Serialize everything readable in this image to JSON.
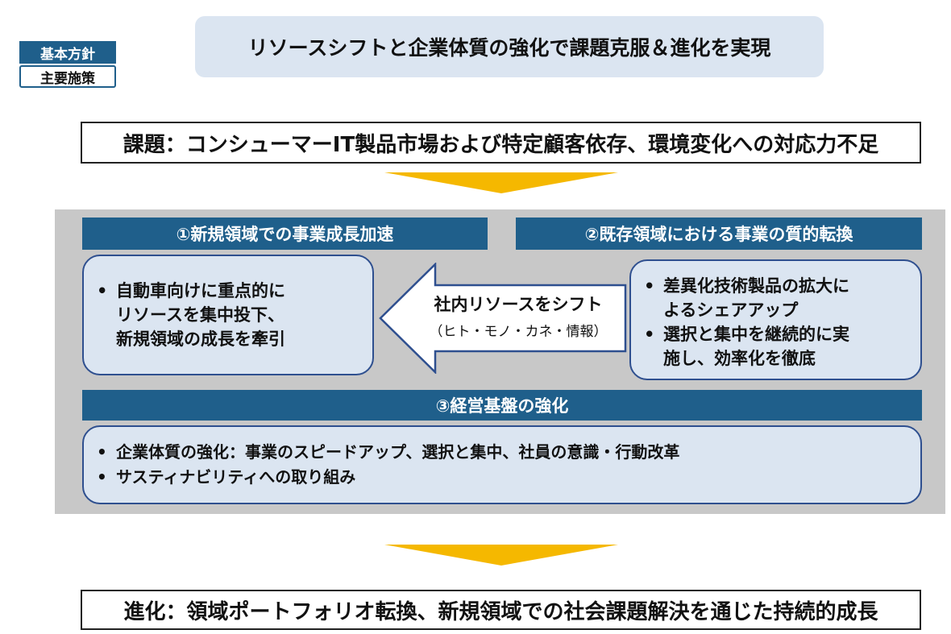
{
  "tags": {
    "basic_policy": "基本方針",
    "main_measures": "主要施策"
  },
  "header": {
    "title": "リソースシフトと企業体質の強化で課題克服＆進化を実現"
  },
  "issue": {
    "text": "課題：コンシューマーIT製品市場および特定顧客依存、環境変化への対応力不足"
  },
  "sections": {
    "new_domain": {
      "title": "①新規領域での事業成長加速",
      "lines": [
        "自動車向けに重点的に",
        "リソースを集中投下、",
        "新規領域の成長を牽引"
      ]
    },
    "existing_domain": {
      "title": "②既存領域における事業の質的転換",
      "bullets": [
        {
          "line1": "差異化技術製品の拡大に",
          "line2": "よるシェアアップ"
        },
        {
          "line1": "選択と集中を継続的に実",
          "line2": "施し、効率化を徹底"
        }
      ]
    },
    "foundation": {
      "title": "③経営基盤の強化",
      "bullets": [
        "企業体質の強化：事業のスピードアップ、選択と集中、社員の意識・行動改革",
        "サスティナビリティへの取り組み"
      ]
    }
  },
  "arrow": {
    "main": "社内リソースをシフト",
    "sub": "（ヒト・モノ・カネ・情報）"
  },
  "evolution": {
    "text": "進化：領域ポートフォリオ転換、新規領域での社会課題解決を通じた持続的成長"
  },
  "colors": {
    "navy": "#1f5f8b",
    "card_fill": "#dbe5f1",
    "card_border": "#2e4f8f",
    "panel_gray": "#c8c8c8",
    "chevron": "#f5b800"
  }
}
